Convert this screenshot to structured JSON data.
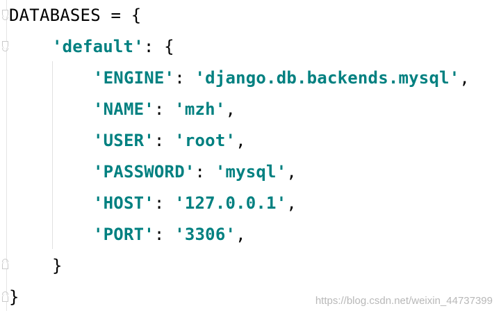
{
  "colors": {
    "string": "#008080",
    "text": "#000000",
    "background": "#ffffff",
    "watermark": "#b8b8b8"
  },
  "code": {
    "line1": {
      "text": "DATABASES = {"
    },
    "line2": {
      "key": "'default'",
      "punct": ": {"
    },
    "line3": {
      "key": "'ENGINE'",
      "sep": ": ",
      "value": "'django.db.backends.mysql'",
      "end": ","
    },
    "line4": {
      "key": "'NAME'",
      "sep": ": ",
      "value": "'mzh'",
      "end": ","
    },
    "line5": {
      "key": "'USER'",
      "sep": ": ",
      "value": "'root'",
      "end": ","
    },
    "line6": {
      "key": "'PASSWORD'",
      "sep": ": ",
      "value": "'mysql'",
      "end": ","
    },
    "line7": {
      "key": "'HOST'",
      "sep": ": ",
      "value": "'127.0.0.1'",
      "end": ","
    },
    "line8": {
      "key": "'PORT'",
      "sep": ": ",
      "value": "'3306'",
      "end": ","
    },
    "line9": {
      "text": "}"
    },
    "line10": {
      "text": "}"
    }
  },
  "watermark": "https://blog.csdn.net/weixin_44737399"
}
